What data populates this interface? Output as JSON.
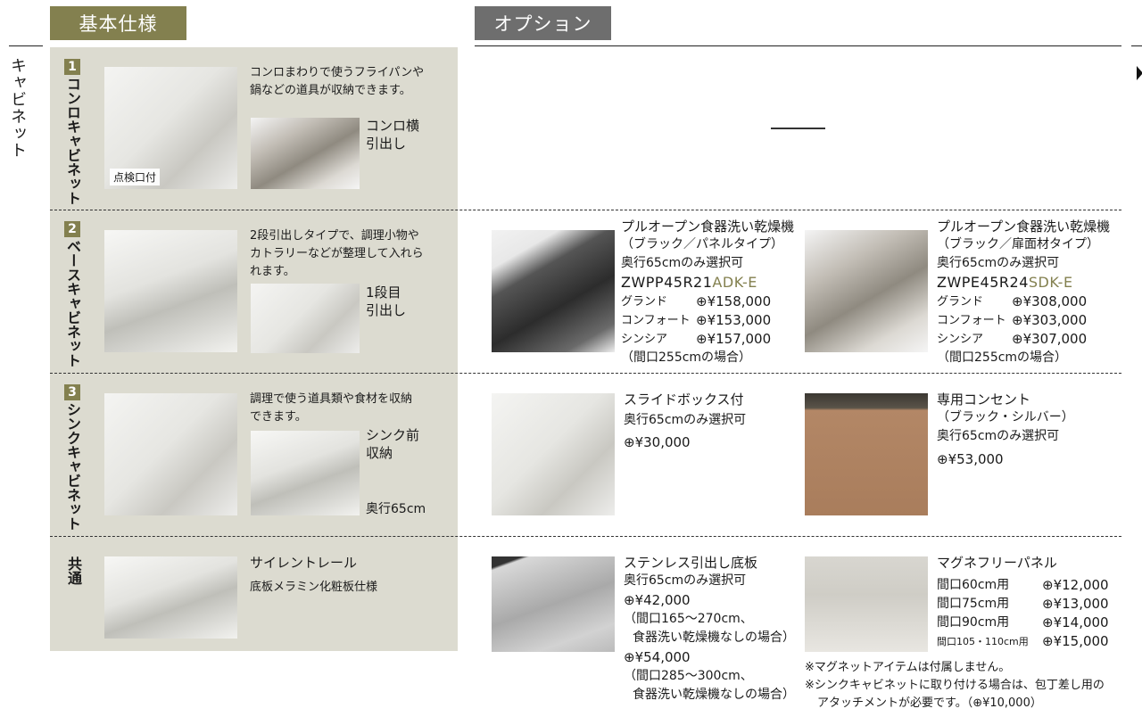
{
  "tabs": {
    "basic": "基本仕様",
    "option": "オプション"
  },
  "side_label": "キャビネット",
  "basic": {
    "sections": [
      {
        "number": "1",
        "title": "コンロキャビネット",
        "photo_caption": "点検口付",
        "description": [
          "コンロまわりで使うフライパンや",
          "鍋などの道具が収納できます。"
        ],
        "sub_label": [
          "コンロ横",
          "引出し"
        ]
      },
      {
        "number": "2",
        "title": "ベースキャビネット",
        "description": [
          "2段引出しタイプで、調理小物や",
          "カトラリーなどが整理して入れら",
          "れます。"
        ],
        "sub_label": [
          "1段目",
          "引出し"
        ]
      },
      {
        "number": "3",
        "title": "シンクキャビネット",
        "description": [
          "調理で使う道具類や食材を収納",
          "できます。"
        ],
        "sub_label": [
          "シンク前",
          "収納"
        ],
        "depth_note": "奥行65cm"
      },
      {
        "title": "共通",
        "feature_title": "サイレントレール",
        "feature_desc": "底板メラミン化粧板仕様"
      }
    ]
  },
  "options": {
    "row1_placeholder": "—",
    "dishwasher_panel": {
      "title": "プルオープン食器洗い乾燥機",
      "subtitle": "（ブラック／パネルタイプ）",
      "depth": "奥行65cmのみ選択可",
      "model_base": "ZWPP45R21",
      "model_suffix": "ADK-E",
      "prices": [
        {
          "grade": "グランド",
          "price": "⊕¥158,000"
        },
        {
          "grade": "コンフォート",
          "price": "⊕¥153,000"
        },
        {
          "grade": "シンシア",
          "price": "⊕¥157,000"
        }
      ],
      "note": "（間口255cmの場合）"
    },
    "dishwasher_door": {
      "title": "プルオープン食器洗い乾燥機",
      "subtitle": "（ブラック／扉面材タイプ）",
      "depth": "奥行65cmのみ選択可",
      "model_base": "ZWPE45R24",
      "model_suffix": "SDK-E",
      "prices": [
        {
          "grade": "グランド",
          "price": "⊕¥308,000"
        },
        {
          "grade": "コンフォート",
          "price": "⊕¥303,000"
        },
        {
          "grade": "シンシア",
          "price": "⊕¥307,000"
        }
      ],
      "note": "（間口255cmの場合）"
    },
    "slide_box": {
      "title": "スライドボックス付",
      "depth": "奥行65cmのみ選択可",
      "price": "⊕¥30,000"
    },
    "outlet": {
      "title": "専用コンセント",
      "subtitle": "（ブラック・シルバー）",
      "depth": "奥行65cmのみ選択可",
      "price": "⊕¥53,000"
    },
    "stainless_bottom": {
      "title": "ステンレス引出し底板",
      "depth": "奥行65cmのみ選択可",
      "price1": "⊕¥42,000",
      "note1a": "（間口165～270cm、",
      "note1b": "食器洗い乾燥機なしの場合）",
      "price2": "⊕¥54,000",
      "note2a": "（間口285～300cm、",
      "note2b": "食器洗い乾燥機なしの場合）"
    },
    "magnet_panel": {
      "title": "マグネフリーパネル",
      "prices": [
        {
          "size": "間口60cm用",
          "price": "⊕¥12,000"
        },
        {
          "size": "間口75cm用",
          "price": "⊕¥13,000"
        },
        {
          "size": "間口90cm用",
          "price": "⊕¥14,000"
        },
        {
          "size": "間口105・110cm用",
          "price": "⊕¥15,000"
        }
      ],
      "note1": "※マグネットアイテムは付属しません。",
      "note2a": "※シンクキャビネットに取り付ける場合は、包丁差し用の",
      "note2b": "アタッチメントが必要です。（⊕¥10,000）"
    }
  }
}
